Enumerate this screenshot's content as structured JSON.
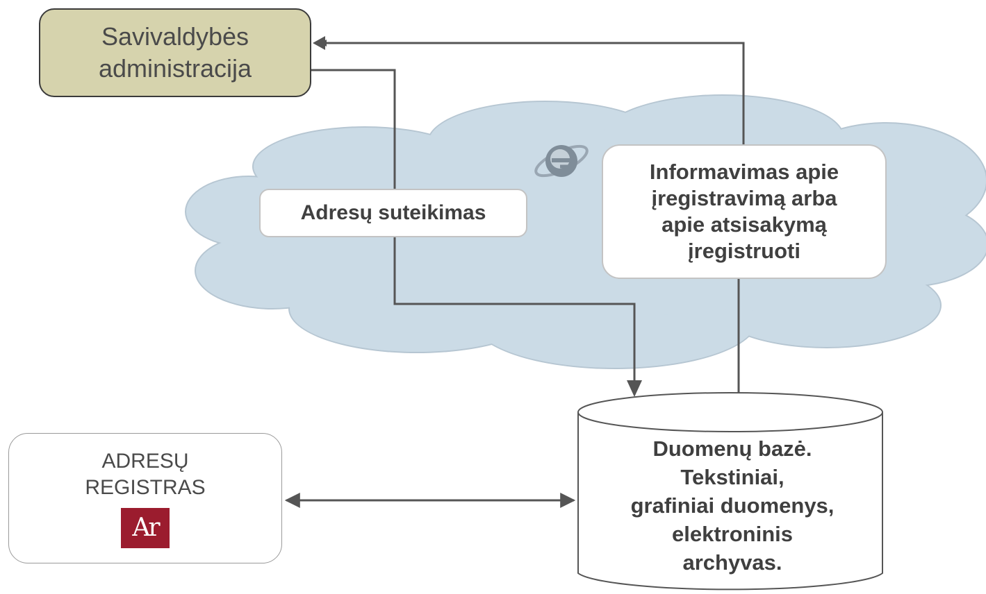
{
  "diagram": {
    "admin_box": {
      "lines": [
        "Savivaldybės",
        "administracija"
      ]
    },
    "address_assignment": {
      "label": "Adresų suteikimas"
    },
    "info_box": {
      "lines": [
        "Informavimas apie",
        "įregistravimą arba",
        "apie atsisakymą",
        "įregistruoti"
      ]
    },
    "registry_box": {
      "lines": [
        "ADRESŲ",
        "REGISTRAS"
      ],
      "logo_text": "Ar"
    },
    "database": {
      "lines": [
        "Duomenų bazė.",
        "Tekstiniai,",
        "grafiniai duomenys,",
        "elektroninis",
        "archyvas."
      ]
    },
    "colors": {
      "cloud_fill": "#cbdbe6",
      "cloud_stroke": "#b6c6d2",
      "admin_fill": "#d6d3ad",
      "arrow": "#555555",
      "logo_fill": "#9b1c2e"
    },
    "icons": {
      "browser": "internet-explorer-icon"
    }
  }
}
